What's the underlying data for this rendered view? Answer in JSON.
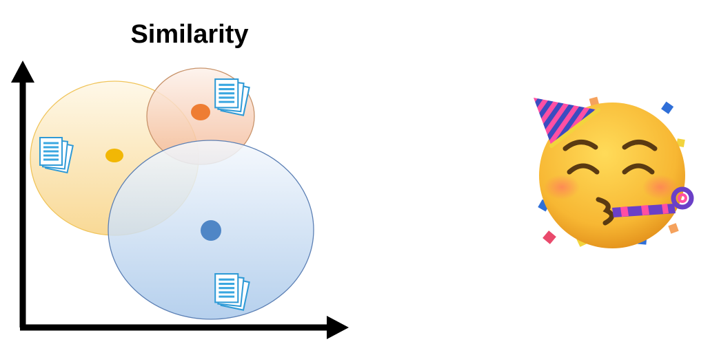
{
  "diagram": {
    "title": "Similarity",
    "axes": {
      "x_label": "",
      "y_label": ""
    },
    "clusters": [
      {
        "name": "yellow-cluster",
        "color": "#f2b705",
        "has_document": true
      },
      {
        "name": "orange-cluster",
        "color": "#ee7d33",
        "has_document": true
      },
      {
        "name": "blue-cluster",
        "color": "#4f86c6",
        "has_document": true
      }
    ],
    "icons": {
      "document": "document-stack-icon",
      "emoji": "party-face-emoji-icon"
    },
    "colors": {
      "axis": "#000000",
      "doc_icon": "#3aa7e0",
      "emoji_face": "#f7b733"
    }
  }
}
